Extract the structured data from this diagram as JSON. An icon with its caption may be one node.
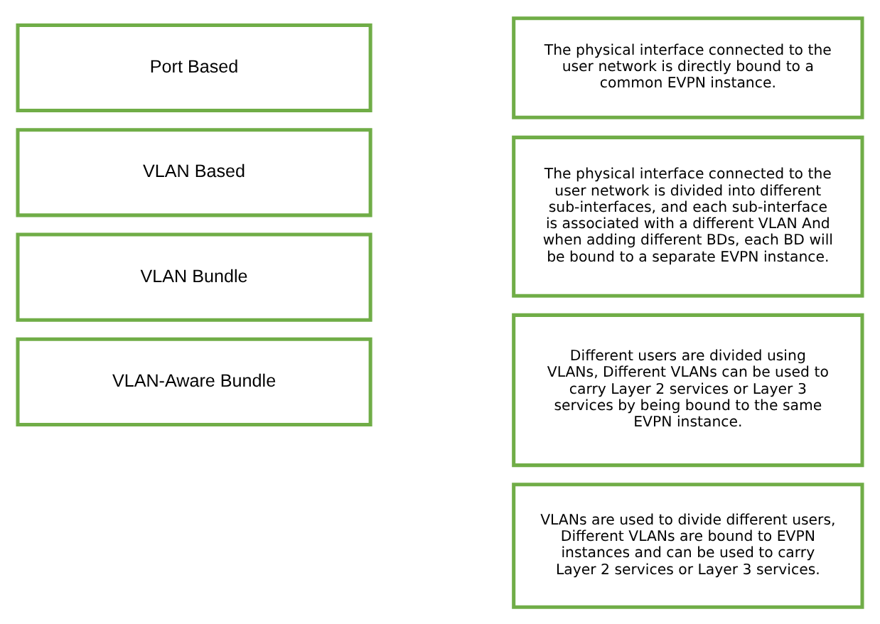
{
  "diagram": {
    "nodes": [
      {
        "text": [
          "Port Based"
        ]
      },
      {
        "text": [
          "VLAN Based"
        ]
      },
      {
        "text": [
          "VLAN Bundle"
        ]
      },
      {
        "text": [
          "VLAN-Aware Bundle"
        ]
      },
      {
        "text": [
          "The physical interface connected to the user network is directly bound to a common EVPN instance."
        ]
      },
      {
        "text": [
          "The physical interface connected to the user network is divided into different sub-interfaces, and each sub-interface is associated with a different VLAN And when adding different BDs, each BD will be bound to a separate EVPN instance."
        ]
      },
      {
        "text": [
          "Different users are divided using VLANs, Different VLANs can be used to carry Layer 2 services or Layer 3 services by being bound to the same EVPN instance."
        ]
      },
      {
        "text": [
          "VLANs are used to divide different users, Different VLANs are bound to EVPN instances and can be used to carry Layer 2 services or Layer 3 services."
        ]
      }
    ]
  }
}
